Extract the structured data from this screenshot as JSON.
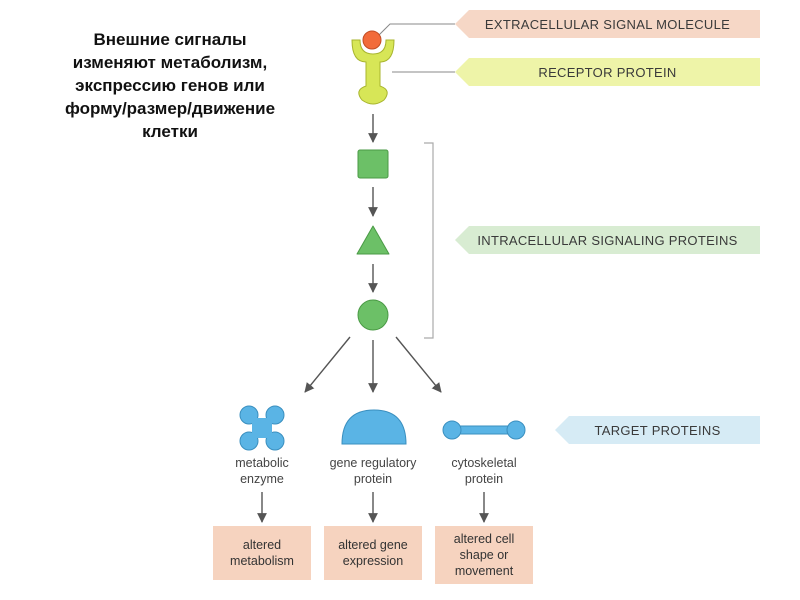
{
  "caption": {
    "line1": "Внешние сигналы",
    "line2": "изменяют метаболизм,",
    "line3": "экспрессию генов или",
    "line4": "форму/размер/движение",
    "line5": "клетки"
  },
  "tags": {
    "extracellular": "EXTRACELLULAR SIGNAL MOLECULE",
    "receptor": "RECEPTOR PROTEIN",
    "intracellular": "INTRACELLULAR SIGNALING PROTEINS",
    "target": "TARGET PROTEINS"
  },
  "targets": [
    {
      "line1": "metabolic",
      "line2": "enzyme"
    },
    {
      "line1": "gene regulatory",
      "line2": "protein"
    },
    {
      "line1": "cytoskeletal",
      "line2": "protein"
    }
  ],
  "outcomes": [
    {
      "line1": "altered",
      "line2": "metabolism",
      "line3": ""
    },
    {
      "line1": "altered gene",
      "line2": "expression",
      "line3": ""
    },
    {
      "line1": "altered cell",
      "line2": "shape or",
      "line3": "movement"
    }
  ],
  "colors": {
    "signal": "#f26b3a",
    "receptor": "#d7e657",
    "intracellular": "#6cc067",
    "target": "#5ab4e5",
    "outcome_box": "#f6d3bf"
  }
}
